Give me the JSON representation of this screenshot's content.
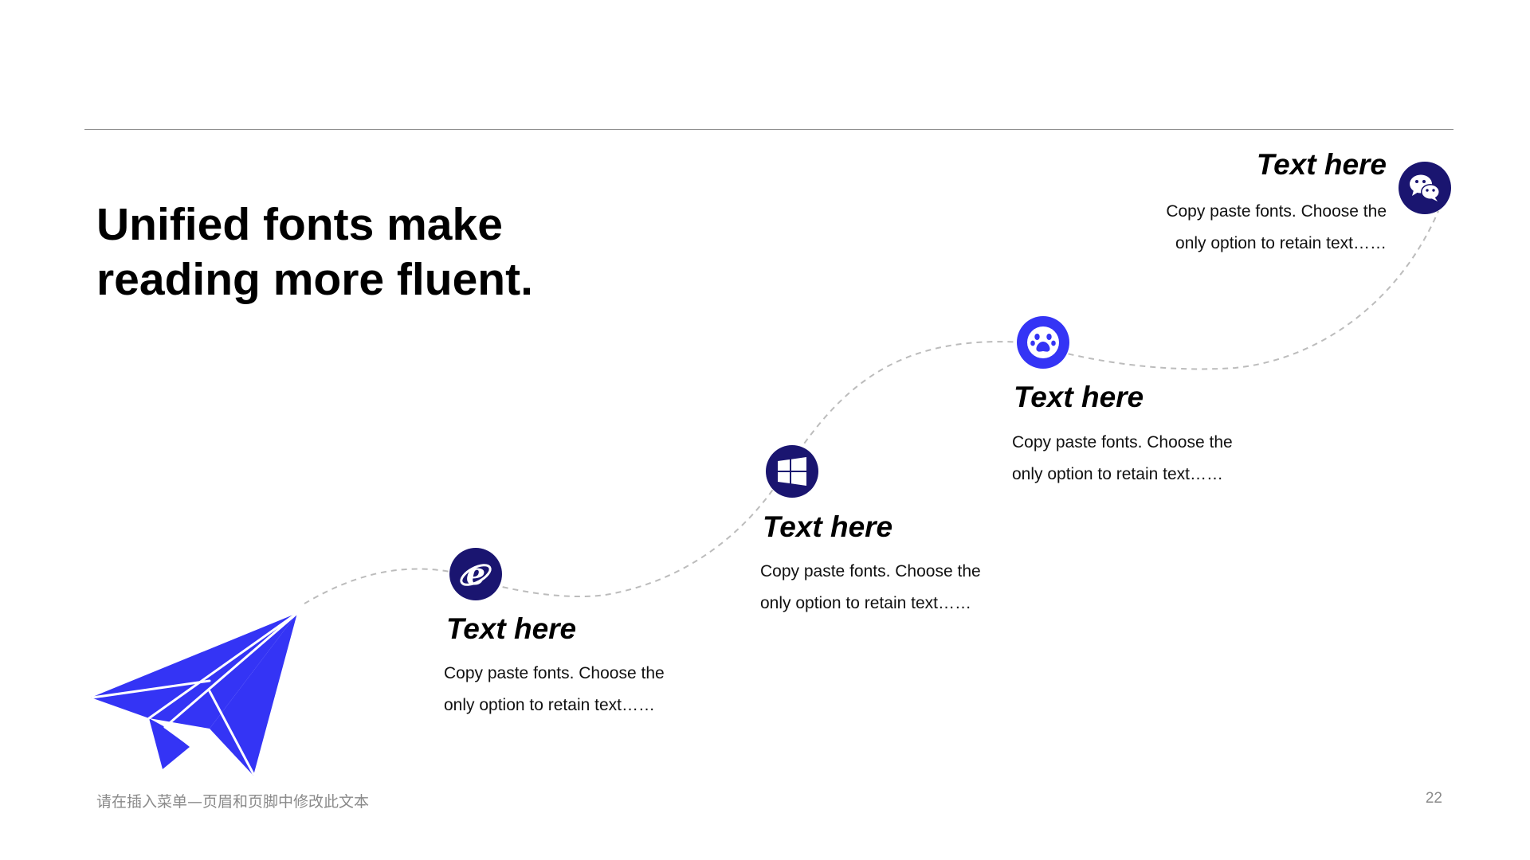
{
  "slide": {
    "title_lines": [
      "Unified fonts make",
      "reading more fluent."
    ],
    "footer_text": "请在插入菜单—页眉和页脚中修改此文本",
    "page_number": "22"
  },
  "colors": {
    "dark_navy": "#1a1570",
    "bright_blue": "#3434f5",
    "dashed_line": "#bcbcbc",
    "rule": "#8c8c8c"
  },
  "decoration": {
    "plane_icon": "paper-plane-icon"
  },
  "steps": [
    {
      "icon": "internet-explorer-icon",
      "heading": "Text here",
      "desc_lines": [
        "Copy paste fonts. Choose the",
        "only option to retain text……"
      ]
    },
    {
      "icon": "windows-icon",
      "heading": "Text here",
      "desc_lines": [
        "Copy paste fonts. Choose the",
        "only option to retain text……"
      ]
    },
    {
      "icon": "baidu-paw-icon",
      "heading": "Text here",
      "desc_lines": [
        "Copy paste fonts. Choose the",
        "only option to retain text……"
      ]
    },
    {
      "icon": "wechat-icon",
      "heading": "Text here",
      "desc_lines": [
        "Copy paste fonts. Choose the",
        "only option to retain text……"
      ]
    }
  ]
}
